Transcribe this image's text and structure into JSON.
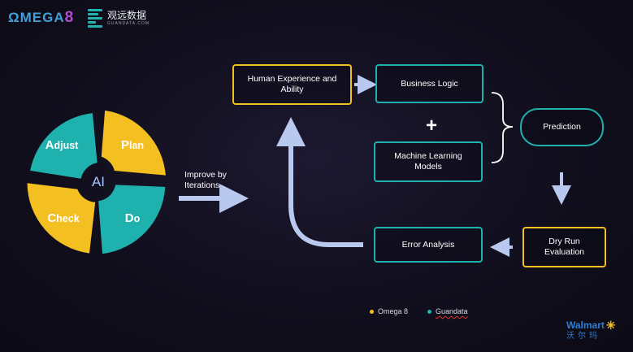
{
  "logos": {
    "omega": "ΩMEGA",
    "omega_suffix": "8",
    "guandata_cn": "观远数据",
    "guandata_en": "GUANDATA.COM",
    "walmart": "Walmart",
    "walmart_cn": "沃尔玛"
  },
  "cycle": {
    "center": "AI",
    "segments": [
      {
        "first": "A",
        "rest": "djust"
      },
      {
        "first": "P",
        "rest": "lan"
      },
      {
        "first": "C",
        "rest": "heck"
      },
      {
        "first": "D",
        "rest": "o"
      }
    ]
  },
  "improve_label": [
    "Improve by",
    "Iterations"
  ],
  "boxes": {
    "human": [
      "Human Experience and",
      "Ability"
    ],
    "business": [
      "Business Logic"
    ],
    "ml": [
      "Machine Learning",
      "Models"
    ],
    "prediction": [
      "Prediction"
    ],
    "dryrun": [
      "Dry Run",
      "Evaluation"
    ],
    "error": [
      "Error Analysis"
    ]
  },
  "plus": "+",
  "legend": [
    {
      "label": "Omega 8",
      "color": "#f4bf20"
    },
    {
      "label": "Guandata",
      "color": "#1fb1ad"
    }
  ],
  "colors": {
    "yellow": "#f4bf20",
    "teal": "#1fb1ad",
    "arrow": "#b8c8ef"
  }
}
